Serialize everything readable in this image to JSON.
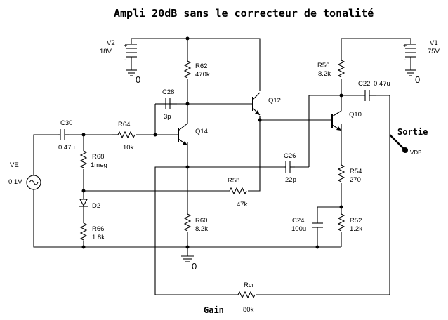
{
  "title": "Ampli 20dB sans le correcteur de tonalité",
  "sources": {
    "v2": {
      "name": "V2",
      "value": "18V"
    },
    "v1": {
      "name": "V1",
      "value": "75V"
    },
    "ve": {
      "name": "VE",
      "value": "0.1V"
    }
  },
  "resistors": {
    "r62": {
      "name": "R62",
      "value": "470k"
    },
    "r56": {
      "name": "R56",
      "value": "8.2k"
    },
    "r64": {
      "name": "R64",
      "value": "10k"
    },
    "r68": {
      "name": "R68",
      "value": "1meg"
    },
    "r58": {
      "name": "R58",
      "value": "47k"
    },
    "r54": {
      "name": "R54",
      "value": "270"
    },
    "r60": {
      "name": "R60",
      "value": "8.2k"
    },
    "r52": {
      "name": "R52",
      "value": "1.2k"
    },
    "r66": {
      "name": "R66",
      "value": "1.8k"
    },
    "rcr": {
      "name": "Rcr",
      "value": "80k"
    }
  },
  "capacitors": {
    "c28": {
      "name": "C28",
      "value": "3p"
    },
    "c22": {
      "name": "C22",
      "value": "0.47u"
    },
    "c30": {
      "name": "C30",
      "value": "0.47u"
    },
    "c26": {
      "name": "C26",
      "value": "22p"
    },
    "c24": {
      "name": "C24",
      "value": "100u"
    }
  },
  "transistors": {
    "q12": "Q12",
    "q14": "Q14",
    "q10": "Q10"
  },
  "diode": "D2",
  "ground_label": "0",
  "output": {
    "label": "Sortie",
    "probe": "VDB"
  },
  "gain_label": "Gain"
}
